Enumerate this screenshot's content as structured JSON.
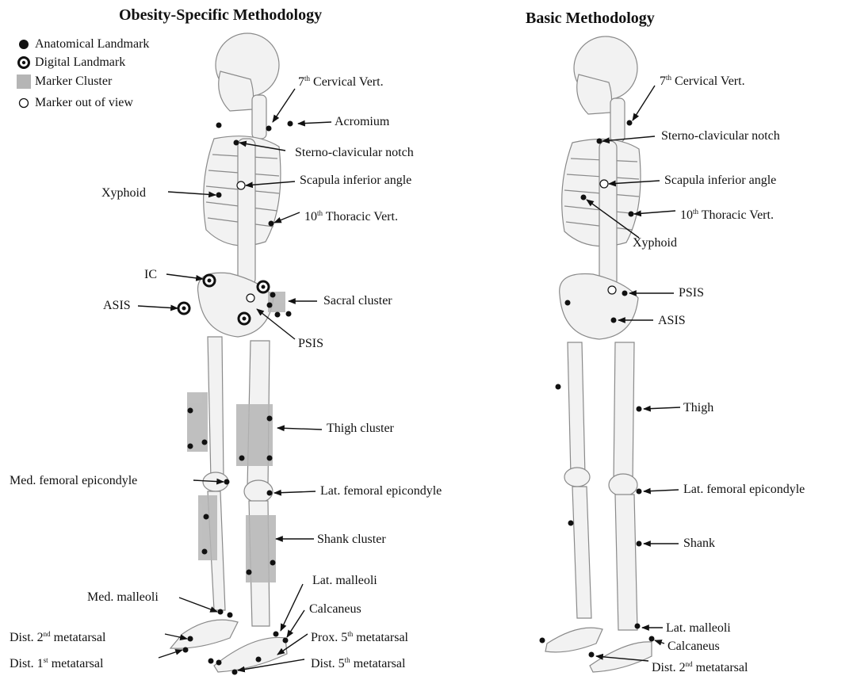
{
  "panels": {
    "left_title": "Obesity-Specific Methodology",
    "right_title": "Basic Methodology"
  },
  "legend": {
    "anatomical": "Anatomical Landmark",
    "digital": "Digital Landmark",
    "cluster": "Marker Cluster",
    "out_of_view": "Marker out of view"
  },
  "left_labels": {
    "c7": {
      "pre": "7",
      "sup": "th",
      "post": " Cervical Vert."
    },
    "acromium": "Acromium",
    "sterno": "Sterno-clavicular notch",
    "xyphoid": "Xyphoid",
    "scapula": "Scapula inferior angle",
    "t10": {
      "pre": "10",
      "sup": "th",
      "post": " Thoracic Vert."
    },
    "ic": "IC",
    "asis": "ASIS",
    "sacral": "Sacral cluster",
    "psis": "PSIS",
    "thigh": "Thigh cluster",
    "med_fem": "Med. femoral epicondyle",
    "lat_fem": "Lat. femoral epicondyle",
    "shank": "Shank cluster",
    "lat_mall": "Lat. malleoli",
    "med_mall": "Med. malleoli",
    "calcaneus": "Calcaneus",
    "dist2": {
      "pre": "Dist. 2",
      "sup": "nd",
      "post": " metatarsal"
    },
    "prox5": {
      "pre": "Prox. 5",
      "sup": "th",
      "post": " metatarsal"
    },
    "dist1": {
      "pre": "Dist. 1",
      "sup": "st",
      "post": " metatarsal"
    },
    "dist5": {
      "pre": "Dist. 5",
      "sup": "th",
      "post": " metatarsal"
    }
  },
  "right_labels": {
    "c7": {
      "pre": "7",
      "sup": "th",
      "post": " Cervical Vert."
    },
    "sterno": "Sterno-clavicular notch",
    "scapula": "Scapula inferior angle",
    "t10": {
      "pre": "10",
      "sup": "th",
      "post": " Thoracic Vert."
    },
    "xyphoid": "Xyphoid",
    "psis": "PSIS",
    "asis": "ASIS",
    "thigh": "Thigh",
    "lat_fem": "Lat. femoral epicondyle",
    "shank": "Shank",
    "lat_mall": "Lat. malleoli",
    "calcaneus": "Calcaneus",
    "dist2": {
      "pre": "Dist. 2",
      "sup": "nd",
      "post": " metatarsal"
    }
  },
  "colors": {
    "bone": "#f2f2f2",
    "bone_stroke": "#8a8a8a",
    "cluster": "#b5b5b5",
    "marker": "#111111"
  }
}
